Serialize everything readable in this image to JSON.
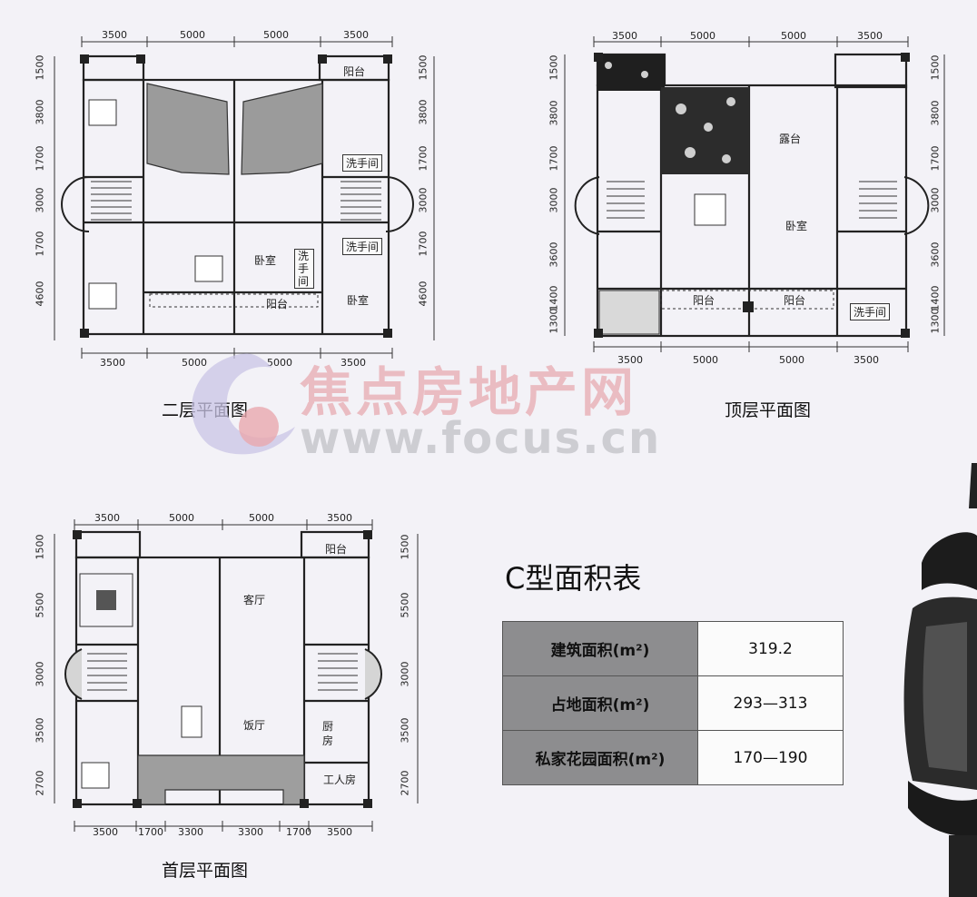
{
  "plans": {
    "second": {
      "caption": "二层平面图",
      "top_dims": [
        "3500",
        "5000",
        "5000",
        "3500"
      ],
      "bottom_dims": [
        "3500",
        "5000",
        "5000",
        "3500"
      ],
      "left_dims": [
        "1500",
        "3800",
        "1700",
        "3000",
        "1700",
        "4600"
      ],
      "right_dims": [
        "1500",
        "3800",
        "1700",
        "3000",
        "1700",
        "4600"
      ],
      "rooms": {
        "balcony_top": "阳台",
        "bath_right": "洗手间",
        "bath_right2": "洗手间",
        "bath_center": "洗手间",
        "bedroom_center": "卧室",
        "balcony_bottom": "阳台",
        "bedroom_right": "卧室"
      }
    },
    "top": {
      "caption": "顶层平面图",
      "top_dims": [
        "3500",
        "5000",
        "5000",
        "3500"
      ],
      "bottom_dims": [
        "3500",
        "5000",
        "5000",
        "3500"
      ],
      "left_dims": [
        "1500",
        "3800",
        "1700",
        "3000",
        "3600",
        "1400",
        "1300"
      ],
      "right_dims": [
        "1500",
        "3800",
        "1700",
        "3000",
        "3600",
        "1400",
        "1300"
      ],
      "rooms": {
        "terrace": "露台",
        "bedroom": "卧室",
        "balcony_left": "阳台",
        "balcony_right": "阳台",
        "bath": "洗手间"
      }
    },
    "first": {
      "caption": "首层平面图",
      "top_dims": [
        "3500",
        "5000",
        "5000",
        "3500"
      ],
      "bottom_dims": [
        "3500",
        "1700",
        "3300",
        "3300",
        "1700",
        "3500"
      ],
      "left_dims": [
        "1500",
        "5500",
        "3000",
        "3500",
        "2700"
      ],
      "right_dims": [
        "1500",
        "5500",
        "3000",
        "3500",
        "2700"
      ],
      "rooms": {
        "balcony": "阳台",
        "living": "客厅",
        "dining": "饭厅",
        "kitchen": "厨房",
        "servant": "工人房"
      }
    }
  },
  "watermark": {
    "name": "焦点房地产网",
    "url": "www.focus.cn"
  },
  "area_table": {
    "title": "C型面积表",
    "rows": [
      {
        "label": "建筑面积(m²)",
        "value": "319.2"
      },
      {
        "label": "占地面积(m²)",
        "value": "293—313"
      },
      {
        "label": "私家花园面积(m²)",
        "value": "170—190"
      }
    ]
  }
}
